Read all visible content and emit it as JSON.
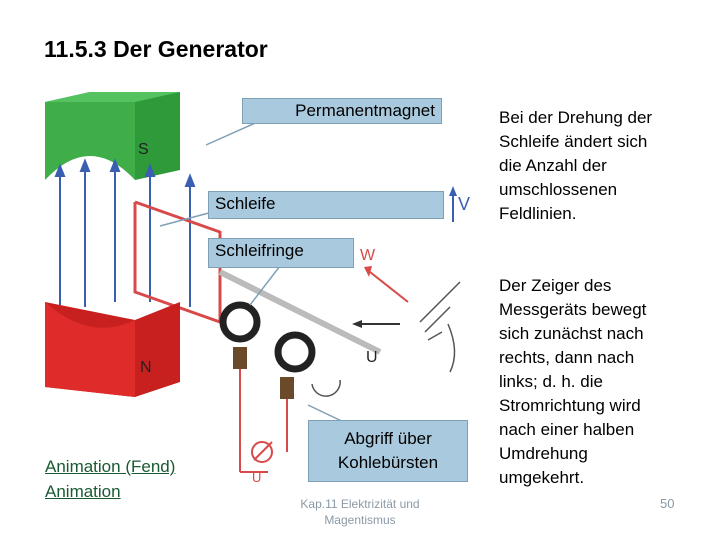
{
  "slide": {
    "title": "11.5.3 Der Generator",
    "callouts": {
      "permanentmagnet": "Permanentmagnet",
      "schleife": "Schleife",
      "schleifringe": "Schleifringe",
      "abgriff": "Abgriff über Kohlebürsten"
    },
    "figure_labels": {
      "s": "S",
      "n": "N",
      "v": "V",
      "w": "W",
      "u_arrow": "U",
      "u_meter": "U"
    },
    "right_text_1": [
      "Bei der Drehung der",
      "Schleife ändert sich",
      "die Anzahl der",
      "umschlossenen",
      "Feldlinien."
    ],
    "right_text_2": [
      "Der Zeiger des",
      "Messgeräts bewegt",
      "sich zunächst nach",
      "rechts, dann nach",
      "links; d. h. die",
      "Stromrichtung wird",
      "nach einer halben",
      "Umdrehung",
      "umgekehrt."
    ],
    "links": {
      "animation_fend": "Animation (Fend)",
      "animation": "Animation"
    },
    "footer": "Kap.11 Elektrizität und Magentismus",
    "page_number": "50"
  },
  "colors": {
    "magnet_top": "#3fae49",
    "magnet_bottom": "#e02b2b",
    "callout_fill": "#a9c9de",
    "field_lines": "#3a5fb0",
    "wire": "#d84a4a"
  }
}
